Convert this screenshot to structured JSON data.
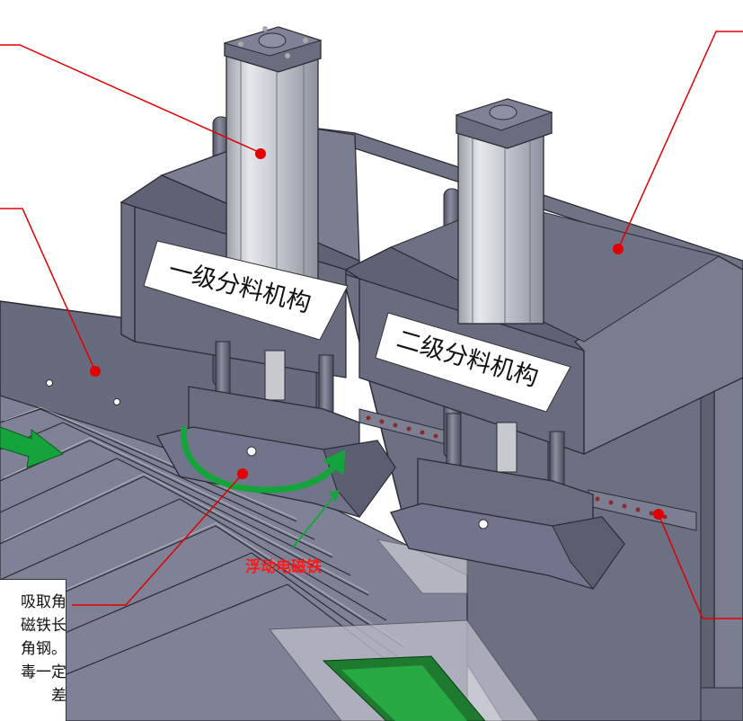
{
  "labels": {
    "primary_mechanism": "一级分料机构",
    "secondary_mechanism": "二级分料机构",
    "floating_magnet": "浮动电磁铁"
  },
  "note_lines": [
    "吸取角",
    "磁铁长",
    "角钢。",
    "毒一定",
    "差"
  ],
  "colors": {
    "frame": "#6a6d80",
    "frame_dark": "#55586a",
    "frame_light": "#8c8fa3",
    "cylinder": "#c9ccd3",
    "leader_line": "#e00000",
    "arrow": "#15a43c",
    "hole": "#8b2a2a"
  }
}
